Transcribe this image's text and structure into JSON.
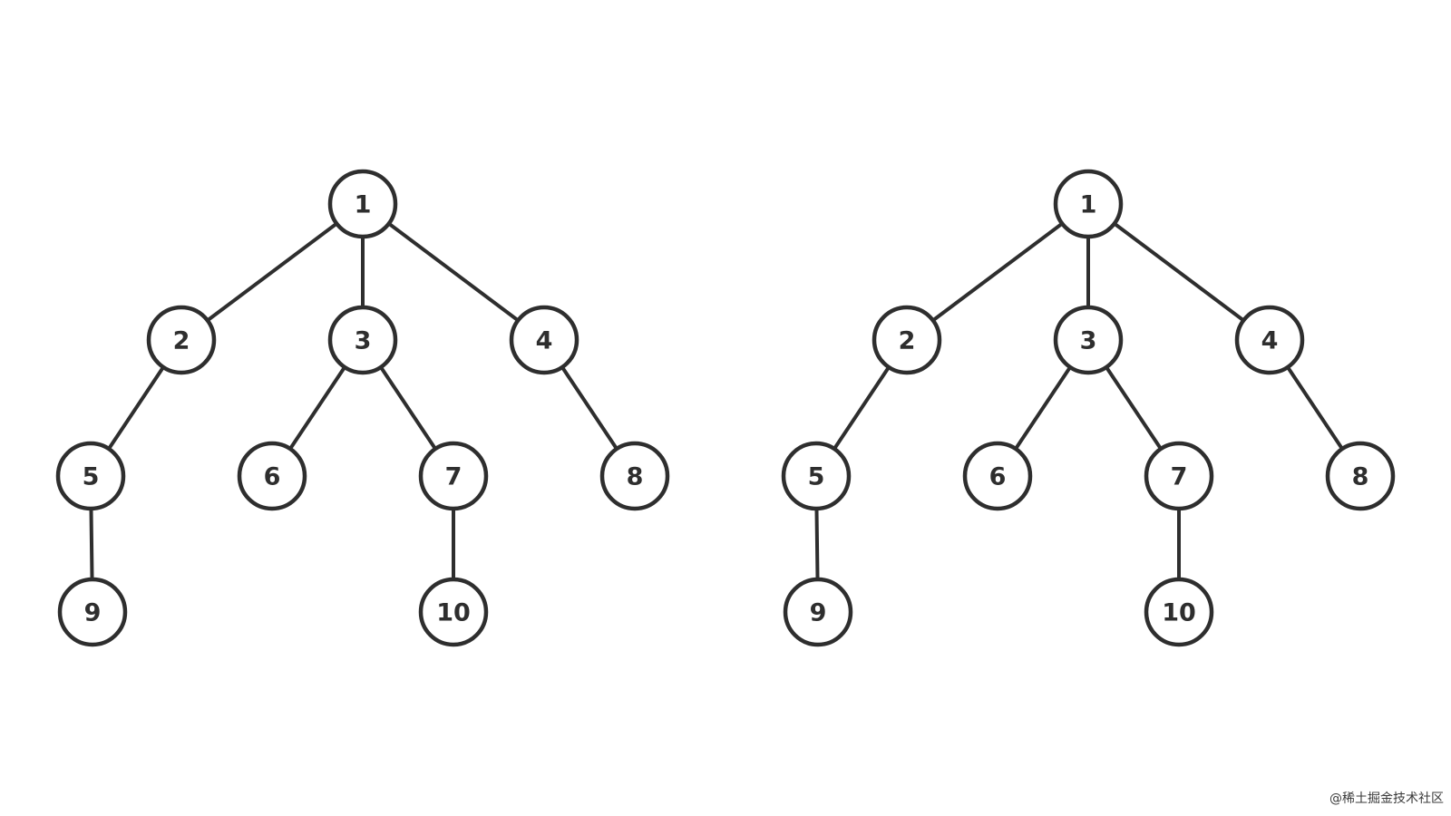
{
  "diagram": {
    "trees": [
      {
        "nodes": [
          {
            "id": "1",
            "label": "1"
          },
          {
            "id": "2",
            "label": "2"
          },
          {
            "id": "3",
            "label": "3"
          },
          {
            "id": "4",
            "label": "4"
          },
          {
            "id": "5",
            "label": "5"
          },
          {
            "id": "6",
            "label": "6"
          },
          {
            "id": "7",
            "label": "7"
          },
          {
            "id": "8",
            "label": "8"
          },
          {
            "id": "9",
            "label": "9"
          },
          {
            "id": "10",
            "label": "10"
          }
        ],
        "edges": [
          [
            "1",
            "2"
          ],
          [
            "1",
            "3"
          ],
          [
            "1",
            "4"
          ],
          [
            "2",
            "5"
          ],
          [
            "3",
            "6"
          ],
          [
            "3",
            "7"
          ],
          [
            "4",
            "8"
          ],
          [
            "5",
            "9"
          ],
          [
            "7",
            "10"
          ]
        ]
      },
      {
        "nodes": [
          {
            "id": "1",
            "label": "1"
          },
          {
            "id": "2",
            "label": "2"
          },
          {
            "id": "3",
            "label": "3"
          },
          {
            "id": "4",
            "label": "4"
          },
          {
            "id": "5",
            "label": "5"
          },
          {
            "id": "6",
            "label": "6"
          },
          {
            "id": "7",
            "label": "7"
          },
          {
            "id": "8",
            "label": "8"
          },
          {
            "id": "9",
            "label": "9"
          },
          {
            "id": "10",
            "label": "10"
          }
        ],
        "edges": [
          [
            "1",
            "2"
          ],
          [
            "1",
            "3"
          ],
          [
            "1",
            "4"
          ],
          [
            "2",
            "5"
          ],
          [
            "3",
            "6"
          ],
          [
            "3",
            "7"
          ],
          [
            "4",
            "8"
          ],
          [
            "5",
            "9"
          ],
          [
            "7",
            "10"
          ]
        ]
      }
    ]
  },
  "watermark": "@稀土掘金技术社区"
}
